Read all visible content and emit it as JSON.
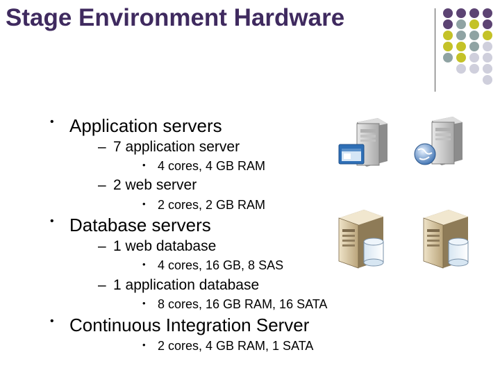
{
  "slide": {
    "title": "Stage Environment Hardware",
    "bullets": [
      {
        "level": 1,
        "text": "Application servers"
      },
      {
        "level": 2,
        "text": "7 application server"
      },
      {
        "level": 3,
        "text": "4 cores, 4 GB RAM"
      },
      {
        "level": 2,
        "text": "2 web server"
      },
      {
        "level": 3,
        "text": "2 cores, 2 GB RAM"
      },
      {
        "level": 1,
        "text": "Database servers"
      },
      {
        "level": 2,
        "text": "1 web database"
      },
      {
        "level": 3,
        "text": "4 cores, 16 GB, 8 SAS"
      },
      {
        "level": 2,
        "text": "1 application database"
      },
      {
        "level": 3,
        "text": "8 cores, 16 GB RAM, 16 SATA"
      },
      {
        "level": 1,
        "text": "Continuous Integration Server"
      },
      {
        "level": 3,
        "text": "2 cores, 4 GB RAM, 1 SATA"
      }
    ],
    "markers": {
      "level1": "•",
      "level2": "–",
      "level3": "•"
    },
    "icons": [
      "app-server-icon",
      "web-server-icon",
      "database-server-icon",
      "database-server-icon"
    ],
    "colors": {
      "title": "#3f2a5f",
      "dot_purple": "#5c4373",
      "dot_teal": "#8fa3a3",
      "dot_olive": "#c4c227",
      "dot_lavender": "#cfcfdc"
    }
  }
}
